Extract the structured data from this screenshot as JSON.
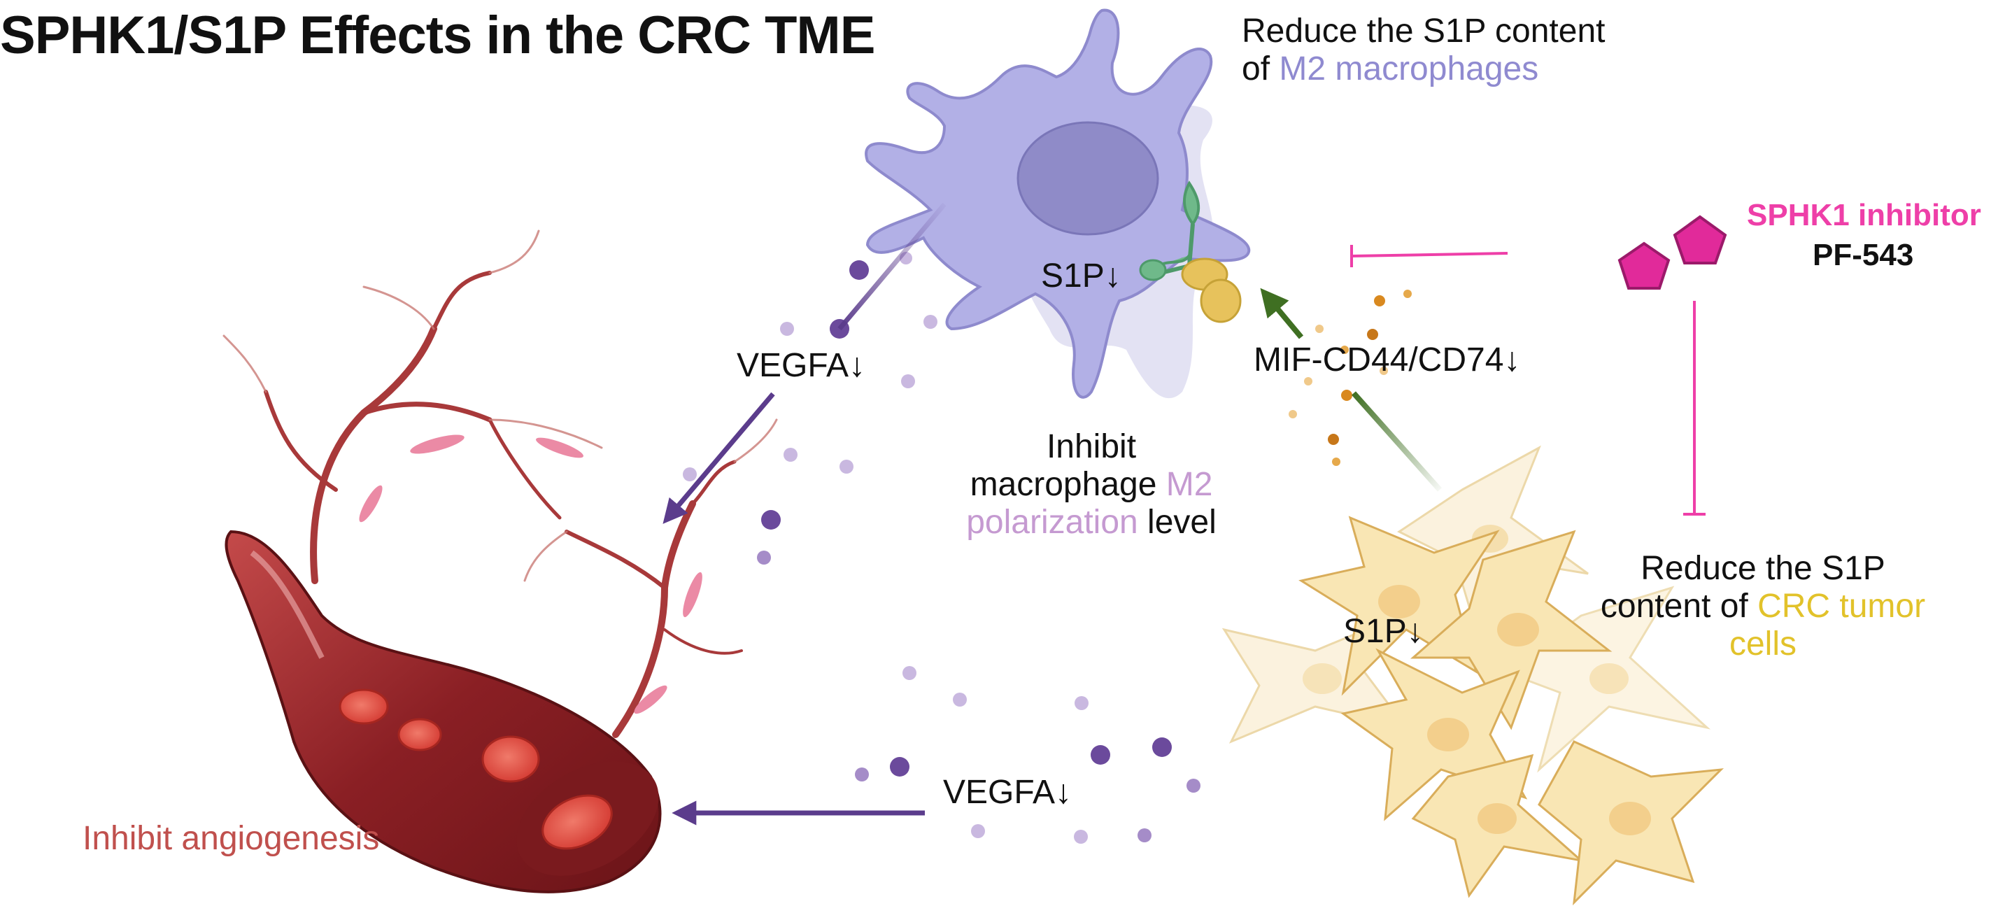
{
  "title": "SPHK1/S1P Effects in the CRC TME",
  "macrophage": {
    "note_line1": "Reduce the S1P content",
    "note_line2_prefix": "of ",
    "note_line2_highlight": "M2 macrophages",
    "s1p_label": "S1P↓"
  },
  "inhibitor": {
    "name": "SPHK1 inhibitor",
    "compound": "PF-543"
  },
  "signals": {
    "vegfa_upper": "VEGFA↓",
    "vegfa_lower": "VEGFA↓",
    "mif": "MIF-CD44/CD74↓"
  },
  "center_note": {
    "line1": "Inhibit",
    "line2_prefix": "macrophage ",
    "line2_highlight": "M2",
    "line3_highlight": "polarization",
    "line3_suffix": " level"
  },
  "tumor": {
    "s1p_label": "S1P↓",
    "note_line1": "Reduce the S1P",
    "note_line2_prefix": "content of ",
    "note_line2_highlight": "CRC tumor",
    "note_line3_highlight": "cells"
  },
  "vessel": {
    "label": "Inhibit angiogenesis"
  },
  "colors": {
    "title": "#111111",
    "macrophage_highlight": "#8f8ad0",
    "m2_highlight": "#c59ad1",
    "inhibitor": "#ee3fa8",
    "tumor_highlight": "#e2c22a",
    "vessel_label": "#c0504d",
    "vegfa_arrow": "#5b3c8c",
    "mif_arrow": "#3f6f22"
  }
}
